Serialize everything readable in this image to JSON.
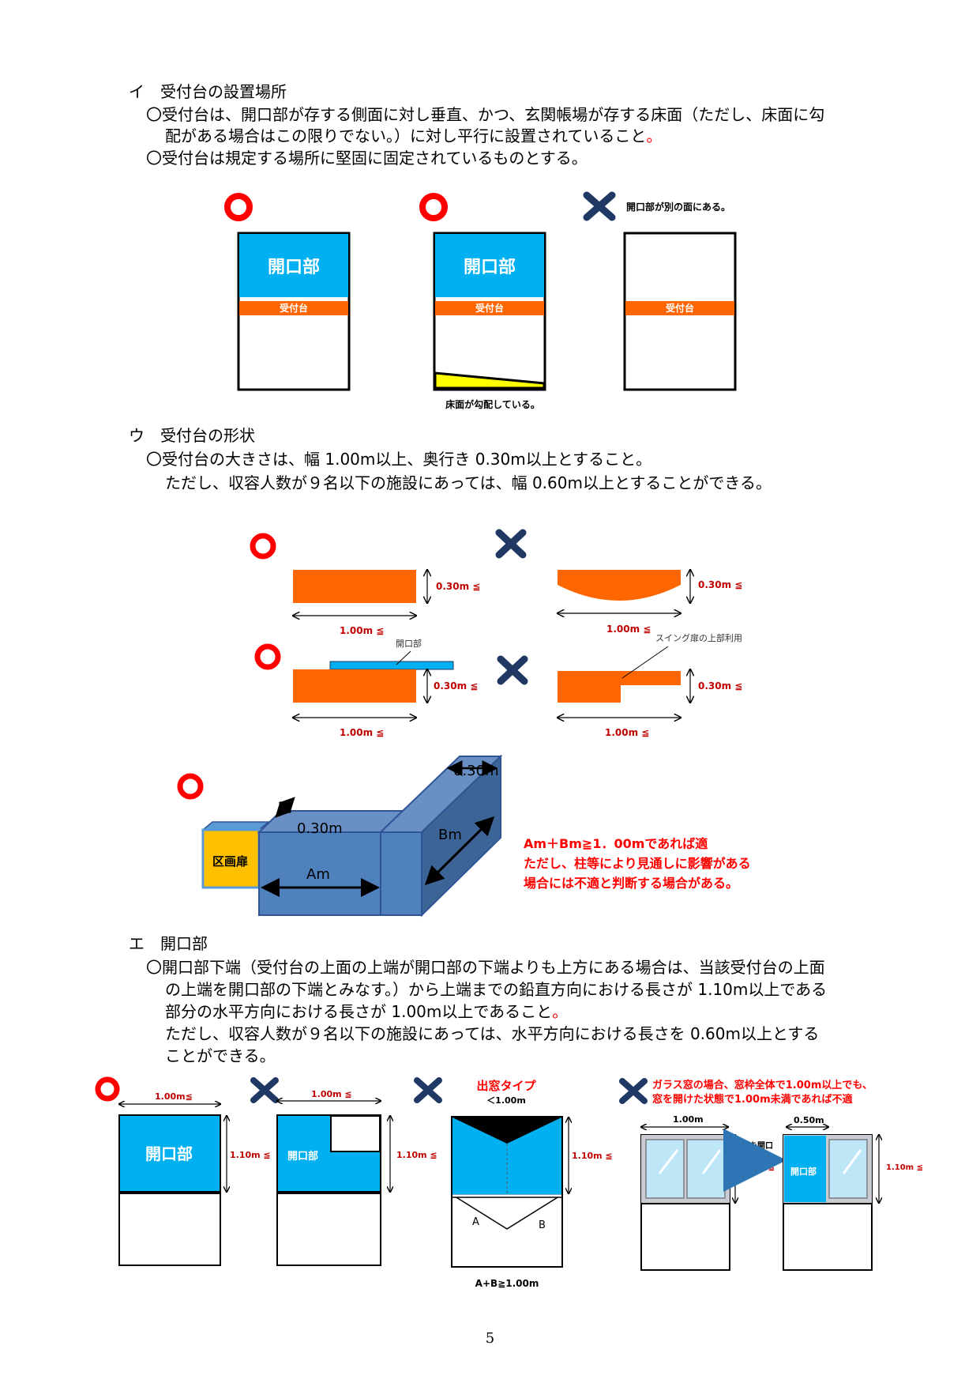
{
  "section_i": {
    "heading": "イ　受付台の設置場所",
    "lines": [
      "〇受付台は、開口部が存する側面に対し垂直、かつ、玄関帳場が存する床面（ただし、床面に勾",
      "配がある場合はこの限りでない。）に対し平行に設置されていること",
      "〇受付台は規定する場所に堅固に固定されているものとする。"
    ],
    "line2_end": "。",
    "figure": {
      "opening_label": "開口部",
      "counter_label": "受付台",
      "ng_note": "開口部が別の面にある。",
      "slope_note": "床面が勾配している。"
    }
  },
  "section_u": {
    "heading": "ウ　受付台の形状",
    "lines": [
      "〇受付台の大きさは、幅 1.00m以上、奥行き 0.30m以上とすること。",
      "ただし、収容人数が９名以下の施設にあっては、幅 0.60m以上とすることができる。"
    ],
    "figure": {
      "depth_label": "0.30m ≦",
      "width_label": "1.00m ≦",
      "opening_label": "開口部",
      "swing_label": "スイング扉の上部利用",
      "iso_depth1": "0.30m",
      "iso_depth2": "0.30m",
      "iso_a": "Am",
      "iso_b": "Bm",
      "door_label": "区画扉",
      "rule_lines": [
        "Am＋Bm≧1．00mであれば適",
        "ただし、柱等により見通しに影響がある",
        "場合には不適と判断する場合がある。"
      ]
    }
  },
  "section_e": {
    "heading": "エ　開口部",
    "lines": [
      "〇開口部下端（受付台の上面の上端が開口部の下端よりも上方にある場合は、当該受付台の上面",
      "の上端を開口部の下端とみなす。）から上端までの鉛直方向における長さが 1.10m以上である",
      "部分の水平方向における長さが 1.00m以上であること",
      "ただし、収容人数が９名以下の施設にあっては、水平方向における長さを 0.60m以上とする",
      "ことができる。"
    ],
    "line3_end": "。",
    "figure": {
      "w_label_a": "1.00m≦",
      "w_label_b": "1.00m ≦",
      "h_label": "1.10m ≦",
      "opening_label": "開口部",
      "bay_title": "出窓タイプ",
      "bay_sub": "＜1.00m",
      "bay_a": "A",
      "bay_b": "B",
      "bay_sum": "A+B≧1.00m",
      "glass_note_1": "ガラス窓の場合、窓枠全体で1.00m以上でも、",
      "glass_note_2": "窓を開けた状態で1.00m未満であれば不適",
      "glass_w1": "1.00m",
      "glass_w2": "0.50m",
      "arrow_label": "窓を開口",
      "glass_h": "1.10m ≦"
    }
  },
  "page_number": "5",
  "colors": {
    "opening_blue": "#00b0f0",
    "counter_orange": "#ff6600",
    "slope_yellow": "#ffff00",
    "iso_blue": "#4f81bd",
    "ok_red": "#ff0000",
    "ng_navy": "#1f3864",
    "door_yellow": "#ffc000"
  }
}
